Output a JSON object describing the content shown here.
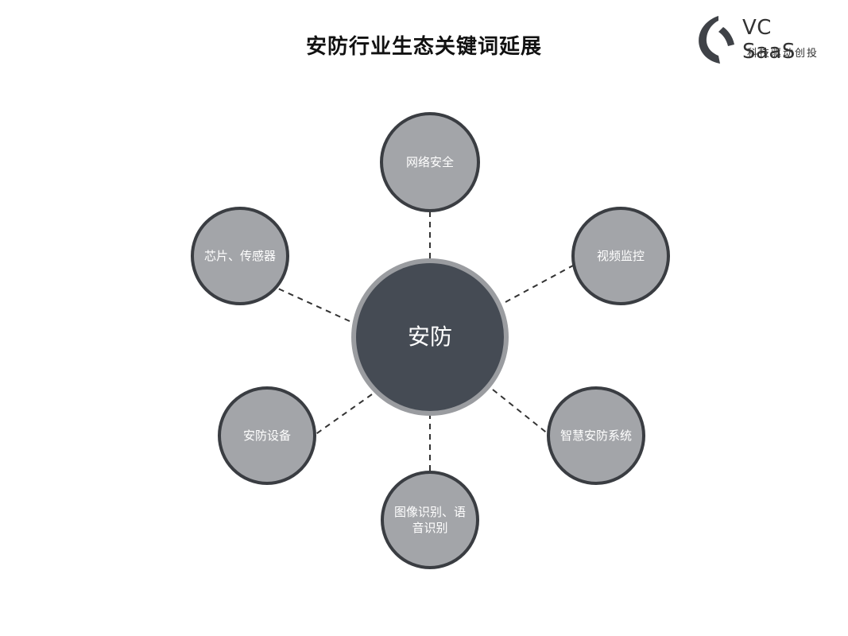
{
  "title": "安防行业生态关键词延展",
  "logo": {
    "name": "VC SaaS",
    "tagline": "科技驱动创投"
  },
  "diagram": {
    "center": "安防",
    "nodes": [
      "网络安全",
      "视频监控",
      "智慧安防系统",
      "图像识别、语音识别",
      "安防设备",
      "芯片、传感器"
    ]
  },
  "colors": {
    "center_fill": "#454b54",
    "center_ring": "#9a9ca0",
    "node_fill": "#a3a5a9",
    "node_stroke": "#3a3d42",
    "connector": "#333333"
  }
}
